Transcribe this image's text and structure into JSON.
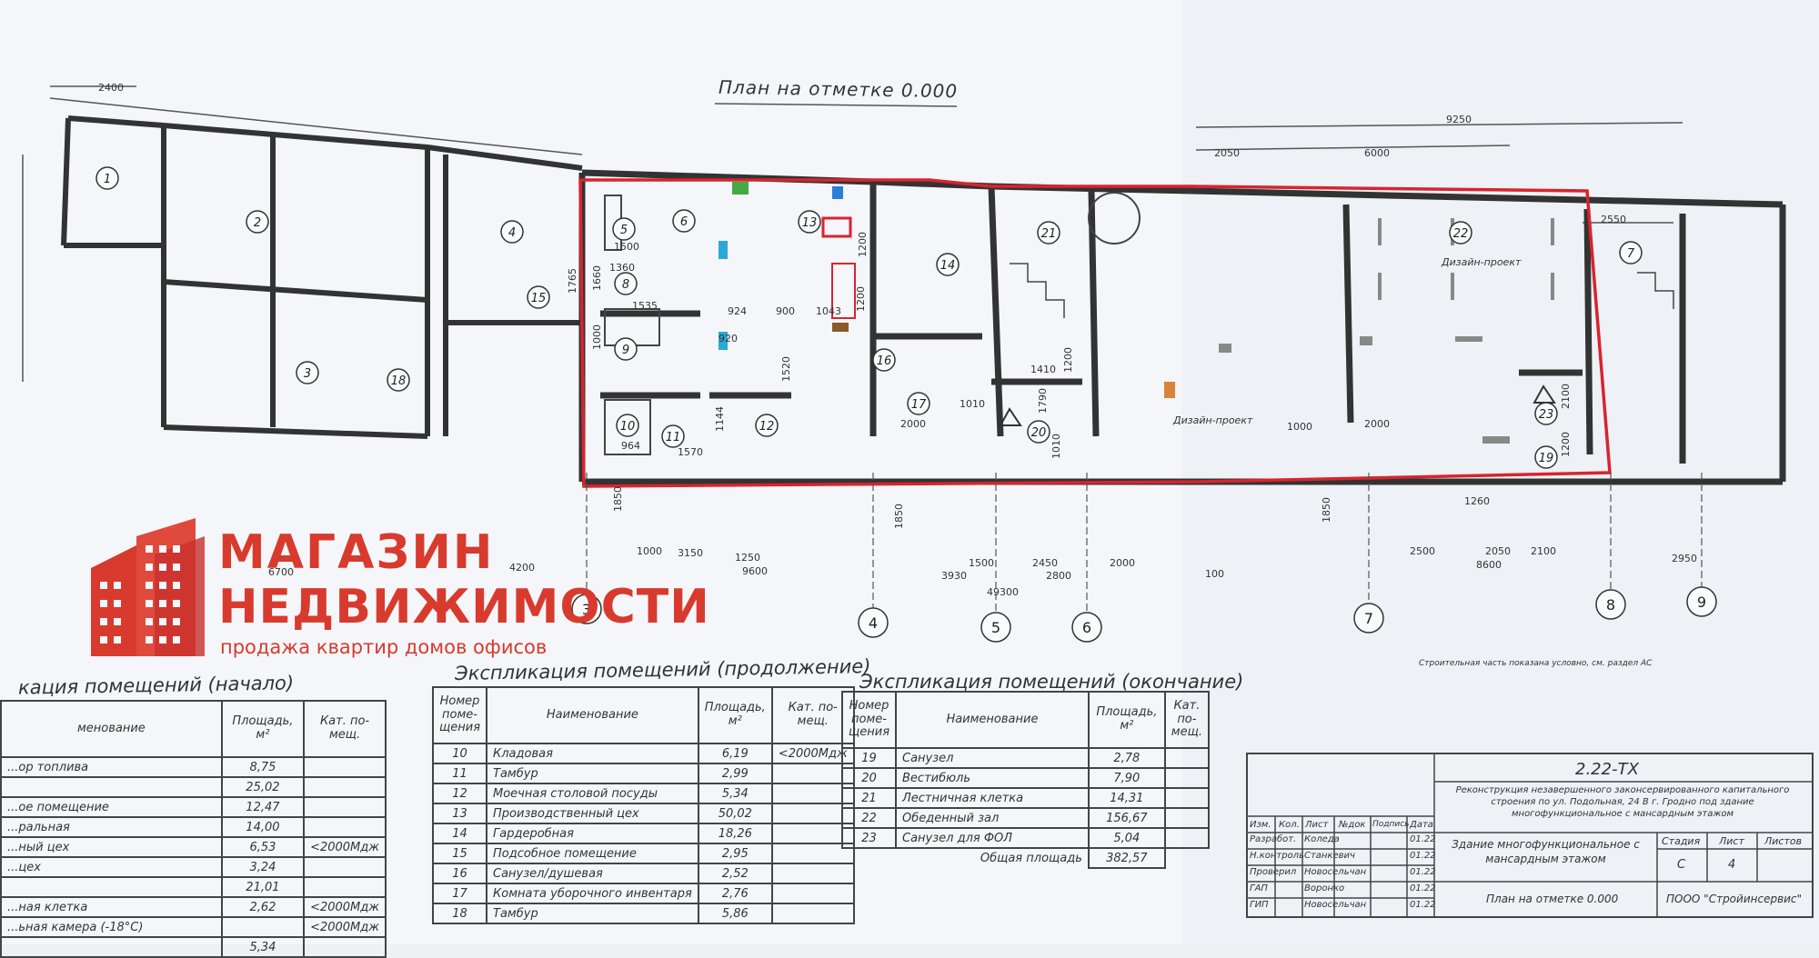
{
  "plan": {
    "title": "План на отметке 0.000",
    "top_dims": [
      "2400",
      "9250",
      "2050",
      "6000",
      "2550"
    ],
    "bottom_dims": [
      "1850",
      "1000",
      "3150",
      "1250",
      "9600",
      "4200",
      "6700",
      "1850",
      "3930",
      "1500",
      "2450",
      "2800",
      "2000",
      "1850",
      "49300",
      "100",
      "2500",
      "2050",
      "2100",
      "8600",
      "2950",
      "1260"
    ],
    "axes": [
      "3",
      "4",
      "5",
      "6",
      "7",
      "8",
      "9"
    ],
    "room_numbers": [
      "1",
      "2",
      "3",
      "4",
      "15",
      "18",
      "5",
      "6",
      "8",
      "9",
      "10",
      "11",
      "12",
      "13",
      "14",
      "16",
      "17",
      "20",
      "21",
      "22",
      "7",
      "23",
      "19"
    ],
    "inner_dims": [
      "1500",
      "1360",
      "1535",
      "924",
      "900",
      "1043",
      "920",
      "1000",
      "1520",
      "1144",
      "964",
      "1570",
      "1200",
      "1200",
      "2000",
      "1410",
      "1200",
      "1010",
      "1790",
      "1010",
      "2100",
      "1200",
      "2000",
      "1000",
      "1765",
      "1660"
    ],
    "zone_labels": [
      "Дизайн-проект",
      "Дизайн-проект"
    ],
    "note": "Строительная часть показана условно, см. раздел АС"
  },
  "logo": {
    "line1": "МАГАЗИН",
    "line2": "НЕДВИЖИМОСТИ",
    "line3": "продажа квартир домов офисов"
  },
  "table1": {
    "caption": "кация помещений (начало)",
    "headers": [
      "менование",
      "Площадь, м²",
      "Кат. по- мещ."
    ],
    "rows": [
      {
        "name": "...ор топлива",
        "area": "8,75",
        "cat": ""
      },
      {
        "name": "",
        "area": "25,02",
        "cat": ""
      },
      {
        "name": "...ое помещение",
        "area": "12,47",
        "cat": ""
      },
      {
        "name": "...ральная",
        "area": "14,00",
        "cat": ""
      },
      {
        "name": "...ный цех",
        "area": "6,53",
        "cat": "<2000Мдж"
      },
      {
        "name": "...цех",
        "area": "3,24",
        "cat": ""
      },
      {
        "name": "",
        "area": "21,01",
        "cat": ""
      },
      {
        "name": "...ная клетка",
        "area": "2,62",
        "cat": "<2000Мдж"
      },
      {
        "name": "...ьная камера (-18°C)",
        "area": "",
        "cat": "<2000Мдж"
      },
      {
        "name": "",
        "area": "5,34",
        "cat": ""
      }
    ]
  },
  "table2": {
    "caption": "Экспликация помещений (продолжение)",
    "headers": [
      "Номер поме- щения",
      "Наименование",
      "Площадь, м²",
      "Кат. по- мещ."
    ],
    "rows": [
      {
        "num": "10",
        "name": "Кладовая",
        "area": "6,19",
        "cat": "<2000Мдж"
      },
      {
        "num": "11",
        "name": "Тамбур",
        "area": "2,99",
        "cat": ""
      },
      {
        "num": "12",
        "name": "Моечная столовой посуды",
        "area": "5,34",
        "cat": ""
      },
      {
        "num": "13",
        "name": "Производственный цех",
        "area": "50,02",
        "cat": ""
      },
      {
        "num": "14",
        "name": "Гардеробная",
        "area": "18,26",
        "cat": ""
      },
      {
        "num": "15",
        "name": "Подсобное помещение",
        "area": "2,95",
        "cat": ""
      },
      {
        "num": "16",
        "name": "Санузел/душевая",
        "area": "2,52",
        "cat": ""
      },
      {
        "num": "17",
        "name": "Комната уборочного инвентаря",
        "area": "2,76",
        "cat": ""
      },
      {
        "num": "18",
        "name": "Тамбур",
        "area": "5,86",
        "cat": ""
      }
    ]
  },
  "table3": {
    "caption": "Экспликация помещений (окончание)",
    "headers": [
      "Номер поме- щения",
      "Наименование",
      "Площадь, м²",
      "Кат. по- мещ."
    ],
    "rows": [
      {
        "num": "19",
        "name": "Санузел",
        "area": "2,78",
        "cat": ""
      },
      {
        "num": "20",
        "name": "Вестибюль",
        "area": "7,90",
        "cat": ""
      },
      {
        "num": "21",
        "name": "Лестничная клетка",
        "area": "14,31",
        "cat": ""
      },
      {
        "num": "22",
        "name": "Обеденный зал",
        "area": "156,67",
        "cat": ""
      },
      {
        "num": "23",
        "name": "Санузел для ФОЛ",
        "area": "5,04",
        "cat": ""
      }
    ],
    "total_label": "Общая площадь",
    "total_value": "382,57"
  },
  "stamp": {
    "code": "2.22-ТХ",
    "project": "Реконструкция незавершенного законсервированного капитального строения по ул. Подольная, 24 В г. Гродно под здание многофункциональное с мансардным этажом",
    "header_cols": [
      "Изм.",
      "Кол.",
      "Лист",
      "№док",
      "Подпись",
      "Дата"
    ],
    "roles": [
      {
        "role": "Разработ.",
        "name": "Коледа",
        "date": "01.22"
      },
      {
        "role": "Н.контроль",
        "name": "Станкевич",
        "date": "01.22"
      },
      {
        "role": "Проверил",
        "name": "Новосельчан",
        "date": "01.22"
      },
      {
        "role": "ГАП",
        "name": "Воронко",
        "date": "01.22"
      },
      {
        "role": "ГИП",
        "name": "Новосельчан",
        "date": "01.22"
      }
    ],
    "building": "Здание многофункциональное с мансардным этажом",
    "stage_label": "Стадия",
    "sheet_label": "Лист",
    "sheets_label": "Листов",
    "stage": "С",
    "sheet": "4",
    "sheet_title": "План на отметке 0.000",
    "company": "ПООО \"Стройинсервис\""
  },
  "colors": {
    "brand_red": "#d83a2e",
    "outline_red": "#d8242f",
    "line": "#3a3a3a"
  }
}
